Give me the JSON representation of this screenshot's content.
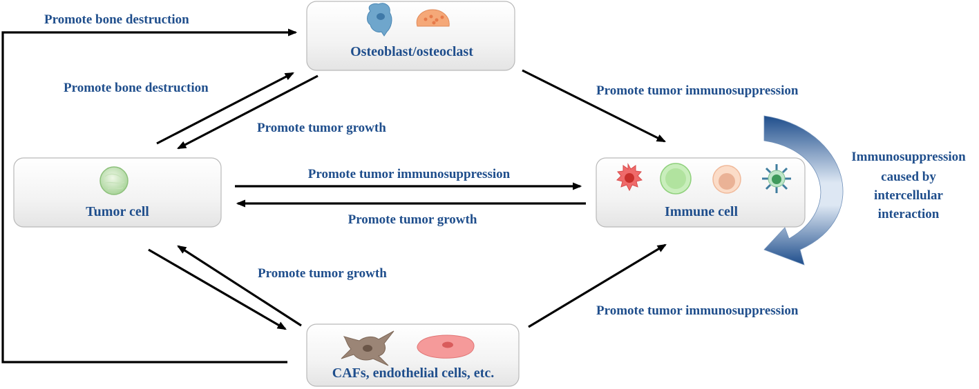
{
  "nodes": {
    "osteo": {
      "label": "Osteoblast/osteoclast"
    },
    "tumor": {
      "label": "Tumor cell"
    },
    "immune": {
      "label": "Immune cell"
    },
    "cafs": {
      "label": "CAFs, endothelial cells, etc."
    }
  },
  "edges": {
    "cafs_to_osteo_loop": "Promote bone destruction",
    "tumor_to_osteo": "Promote bone destruction",
    "osteo_to_tumor": "Promote tumor growth",
    "osteo_to_immune": "Promote tumor immunosuppression",
    "tumor_to_immune": "Promote tumor immunosuppression",
    "immune_to_tumor": "Promote tumor growth",
    "cafs_to_tumor": "Promote tumor growth",
    "cafs_to_immune": "Promote tumor immunosuppression"
  },
  "side_note": {
    "lines": [
      "Immunosuppression",
      "caused by",
      "intercellular",
      "interaction"
    ]
  },
  "colors": {
    "label_text": "#1f4e8c",
    "arrow": "#000000",
    "curved_arrow": "#2f5f9f"
  },
  "icons": {
    "osteo": [
      "osteoblast-icon",
      "osteoclast-icon"
    ],
    "tumor": [
      "tumor-cell-icon"
    ],
    "immune": [
      "dendritic-cell-icon",
      "lymphocyte-green-icon",
      "lymphocyte-peach-icon",
      "nk-cell-icon"
    ],
    "cafs": [
      "fibroblast-icon",
      "endothelial-cell-icon"
    ]
  }
}
